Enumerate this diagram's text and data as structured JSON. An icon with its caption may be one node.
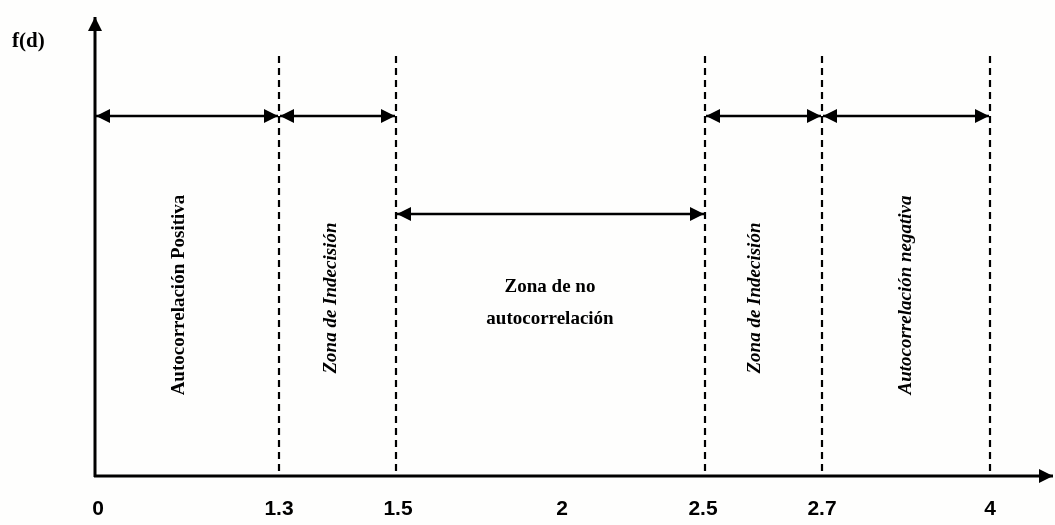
{
  "diagram": {
    "labels": [
      "f(d)",
      "Autocorrelación Positiva",
      "Zona de Indecisión",
      "Zona de no autocorrelación",
      "Zona de Indecisión",
      "Autocorrelación negativa",
      "0",
      "1.3",
      "1.5",
      "2",
      "2.5",
      "2.7",
      "4"
    ]
  }
}
